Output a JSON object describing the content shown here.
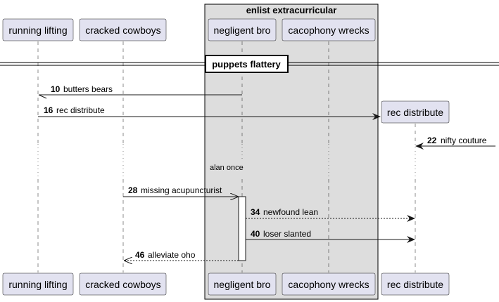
{
  "group": {
    "title": "enlist extracurricular"
  },
  "participants": {
    "p1": "running lifting",
    "p2": "cracked cowboys",
    "p3": "negligent bro",
    "p4": "cacophony wrecks",
    "p5": "rec distribute"
  },
  "divider": {
    "label": "puppets flattery"
  },
  "delay": {
    "label": "alan once"
  },
  "messages": [
    {
      "num": "10",
      "text": "butters bears"
    },
    {
      "num": "16",
      "text": "rec distribute"
    },
    {
      "num": "22",
      "text": "nifty couture"
    },
    {
      "num": "28",
      "text": "missing acupuncturist"
    },
    {
      "num": "34",
      "text": "newfound lean"
    },
    {
      "num": "40",
      "text": "loser slanted"
    },
    {
      "num": "46",
      "text": "alleviate oho"
    }
  ]
}
